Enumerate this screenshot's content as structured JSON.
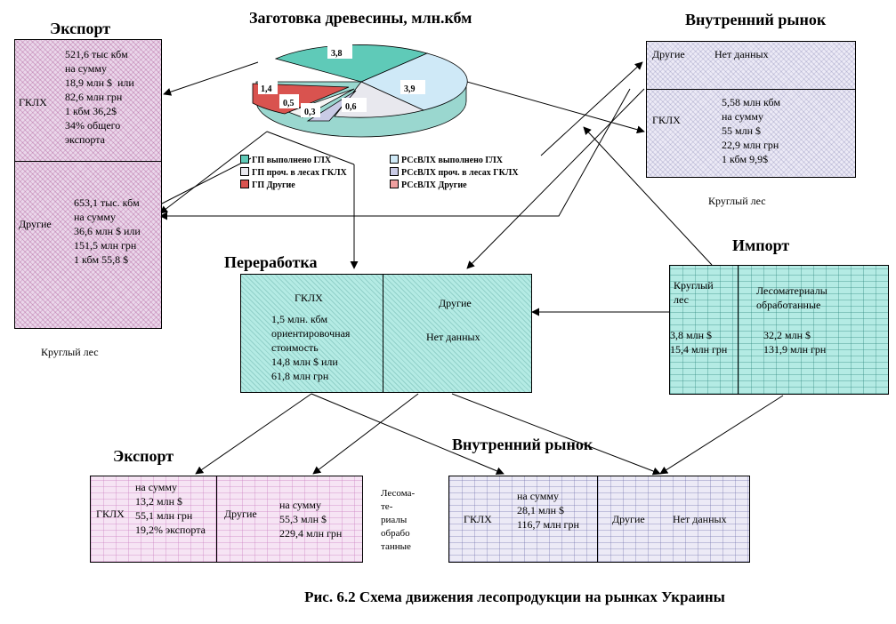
{
  "headings": {
    "export_top": "Экспорт",
    "harvest": "Заготовка древесины, млн.кбм",
    "domestic_top": "Внутренний рынок",
    "processing": "Переработка",
    "import": "Импорт",
    "export_bottom": "Экспорт",
    "domestic_bottom": "Внутренний рынок"
  },
  "export_top": {
    "gklh_label": "ГКЛХ",
    "gklh_text": "521,6 тыс кбм\nна сумму\n18,9 млн $  или\n82,6 млн грн\n1 кбм 36,2$\n34% общего\nэкспорта",
    "other_label": "Другие",
    "other_text": "653,1 тыс. кбм\nна сумму\n36,6 млн $ или\n151,5 млн грн\n1 кбм 55,8 $",
    "caption": "Круглый лес"
  },
  "domestic_top": {
    "other_label": "Другие",
    "other_value": "Нет данных",
    "gklh_label": "ГКЛХ",
    "gklh_text": "5,58 млн кбм\nна сумму\n55 млн $\n22,9 млн грн\n1 кбм 9,9$",
    "caption": "Круглый лес"
  },
  "processing": {
    "gklh_label": "ГКЛХ",
    "gklh_text": "1,5 млн. кбм\nориентировочная\nстоимость\n14,8 млн $ или\n61,8 млн грн",
    "other_label": "Другие",
    "other_value": "Нет данных"
  },
  "import": {
    "round_label": "Круглый\nлес",
    "round_text": "3,8 млн $\n15,4 млн грн",
    "lumber_label": "Лесоматериалы\nобработанные",
    "lumber_text": "32,2 млн $\n131,9 млн грн"
  },
  "export_bottom": {
    "gklh_label": "ГКЛХ",
    "gklh_text": "на сумму\n13,2 млн $\n55,1 млн грн\n19,2% экспорта",
    "other_label": "Другие",
    "other_text": "на сумму\n55,3 млн $\n229,4 млн грн"
  },
  "domestic_bottom": {
    "side_caption": "Лесома-\nте-\nриалы\nобрабо\nтанные",
    "gklh_label": "ГКЛХ",
    "gklh_text": "на сумму\n28,1 млн $\n116,7 млн грн",
    "other_label": "Другие",
    "other_value": "Нет данных"
  },
  "pie": {
    "slices": [
      {
        "label": "3,8",
        "value": 3.8,
        "color": "#5fcab8"
      },
      {
        "label": "3,9",
        "value": 3.9,
        "color": "#cfe9f7"
      },
      {
        "label": "0,6",
        "value": 0.6,
        "color": "#e8e8ee"
      },
      {
        "label": "0,3",
        "value": 0.3,
        "color": "#c9cbe6"
      },
      {
        "label": "0,5",
        "value": 0.5,
        "color": "#f0f0f0"
      },
      {
        "label": "1,4",
        "value": 1.4,
        "color": "#d9534f"
      }
    ],
    "legend": [
      {
        "text": "ГП выполнено ГЛХ",
        "color": "#5fcab8"
      },
      {
        "text": "РСсВЛХ выполнено ГЛХ",
        "color": "#cfe9f7"
      },
      {
        "text": "ГП проч. в лесах ГКЛХ",
        "color": "#e8e8ee"
      },
      {
        "text": "РСсВЛХ проч. в лесах ГКЛХ",
        "color": "#c9cbe6"
      },
      {
        "text": "ГП Другие",
        "color": "#d9534f"
      },
      {
        "text": "РСсВЛХ Другие",
        "color": "#f0a0a0"
      }
    ]
  },
  "figure_caption": "Рис. 6.2 Схема движения лесопродукции на рынках Украины"
}
